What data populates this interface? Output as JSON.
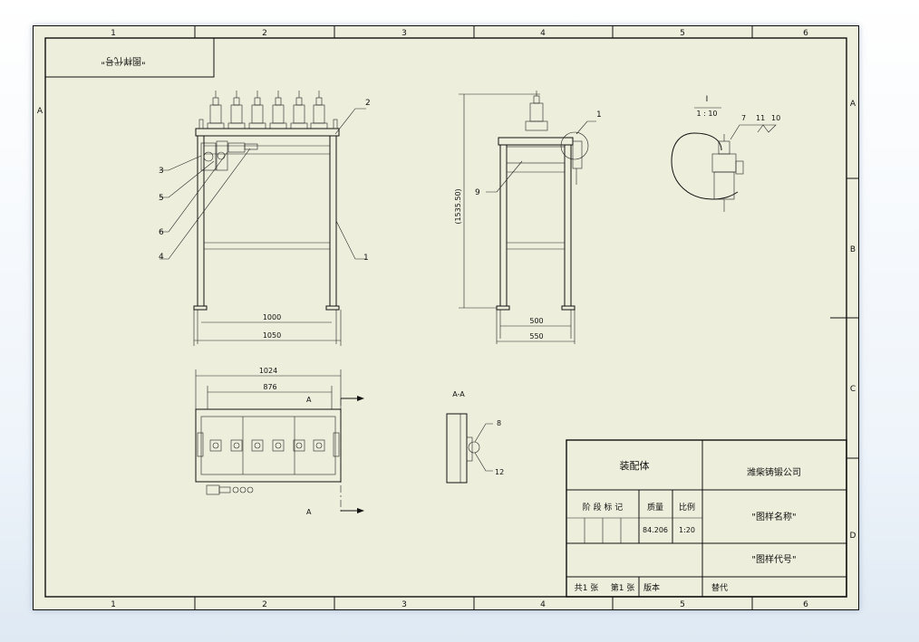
{
  "colors": {
    "sheet": "#eeeedc",
    "line": "#111111"
  },
  "border": {
    "columns": [
      "1",
      "2",
      "3",
      "4",
      "5",
      "6"
    ],
    "rows": [
      "A",
      "B",
      "C",
      "D"
    ]
  },
  "corner_label": "\"图样代号\"",
  "balloons": [
    "2",
    "3",
    "5",
    "6",
    "4",
    "1",
    "1",
    "9",
    "7",
    "11",
    "10",
    "8",
    "12"
  ],
  "dims": {
    "front_inner": "1000",
    "front_outer": "1050",
    "height": "(1535.50)",
    "side_inner": "500",
    "side_outer": "550",
    "top_outer": "1024",
    "top_inner": "876"
  },
  "section": {
    "mark_top": "A",
    "mark_bottom": "A",
    "title": "A-A"
  },
  "detail": {
    "label": "I",
    "scale": "1 : 10"
  },
  "title_block": {
    "name": "装配体",
    "company": "潍柴铸锻公司",
    "drawing_name": "\"图样名称\"",
    "drawing_code": "\"图样代号\"",
    "stage_label": "阶 段 标 记",
    "mass_label": "质量",
    "scale_label": "比例",
    "mass": "84.206",
    "scale": "1:20",
    "sheets_total": "共1 张",
    "sheet_no": "第1 张",
    "version": "版本",
    "replace": "替代"
  }
}
